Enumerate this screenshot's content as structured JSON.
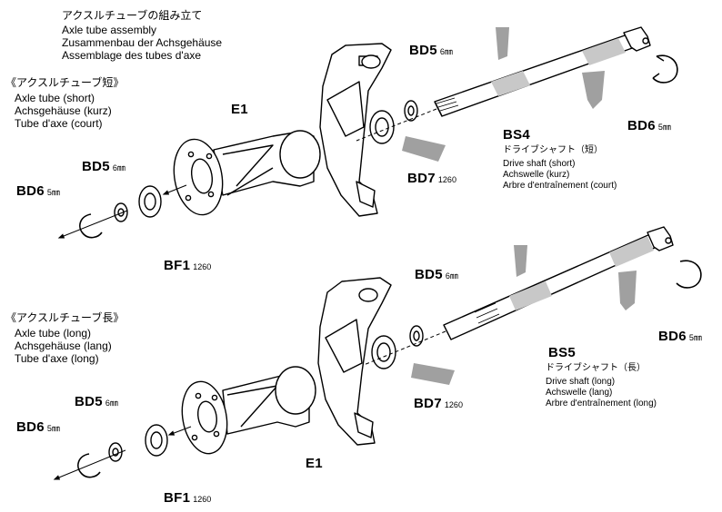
{
  "title": {
    "jp": "アクスルチューブの組み立て",
    "en": "Axle tube assembly",
    "de": "Zusammenbau der Achsgehäuse",
    "fr": "Assemblage des tubes d'axe"
  },
  "short_section": {
    "jp": "《アクスルチューブ短》",
    "en": "Axle tube (short)",
    "de": "Achsgehäuse (kurz)",
    "fr": "Tube d'axe (court)"
  },
  "long_section": {
    "jp": "《アクスルチューブ長》",
    "en": "Axle tube (long)",
    "de": "Achsgehäuse (lang)",
    "fr": "Tube d'axe (long)"
  },
  "parts_top": {
    "bd5_left": {
      "code": "BD5",
      "size": "6㎜"
    },
    "bd6_left": {
      "code": "BD6",
      "size": "5㎜"
    },
    "bf1": {
      "code": "BF1",
      "size": "1260"
    },
    "e1": {
      "code": "E1"
    },
    "bd5_right": {
      "code": "BD5",
      "size": "6㎜"
    },
    "bd7": {
      "code": "BD7",
      "size": "1260"
    },
    "bd6_right": {
      "code": "BD6",
      "size": "5㎜"
    },
    "bs4": {
      "code": "BS4",
      "jp": "ドライブシャフト（短）",
      "en": "Drive shaft (short)",
      "de": "Achswelle (kurz)",
      "fr": "Arbre d'entraînement (court)"
    }
  },
  "parts_bottom": {
    "bd5_left": {
      "code": "BD5",
      "size": "6㎜"
    },
    "bd6_left": {
      "code": "BD6",
      "size": "5㎜"
    },
    "bf1": {
      "code": "BF1",
      "size": "1260"
    },
    "e1": {
      "code": "E1"
    },
    "bd5_right": {
      "code": "BD5",
      "size": "6㎜"
    },
    "bd7": {
      "code": "BD7",
      "size": "1260"
    },
    "bd6_right": {
      "code": "BD6",
      "size": "5㎜"
    },
    "bs5": {
      "code": "BS5",
      "jp": "ドライブシャフト（長）",
      "en": "Drive shaft (long)",
      "de": "Achswelle (lang)",
      "fr": "Arbre d'entraînement (long)"
    }
  },
  "colors": {
    "ink": "#000000",
    "grease": "#a0a0a0",
    "shaft_highlight": "#c8c8c8"
  }
}
